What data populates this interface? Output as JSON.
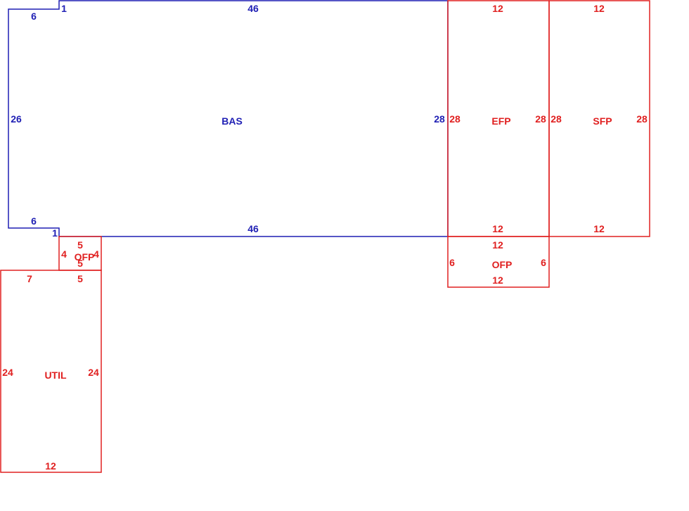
{
  "colors": {
    "main_area": "#1f1fb4",
    "additions": "#e02020",
    "background": "#ffffff"
  },
  "areas": {
    "bas": {
      "label": "BAS",
      "dims": {
        "top": "46",
        "bottom": "46",
        "left": "26",
        "right": "28",
        "notch_top_h": "6",
        "notch_top_v": "1",
        "notch_bottom_h": "6",
        "notch_bottom_v": "1"
      }
    },
    "efp": {
      "label": "EFP",
      "dims": {
        "top": "12",
        "bottom": "12",
        "left": "28",
        "right": "28"
      }
    },
    "sfp": {
      "label": "SFP",
      "dims": {
        "top": "12",
        "bottom": "12",
        "left": "28",
        "right": "28"
      }
    },
    "ofp_right": {
      "label": "OFP",
      "dims": {
        "top": "12",
        "bottom": "12",
        "left": "6",
        "right": "6"
      }
    },
    "ofp_small": {
      "label": "OFP",
      "dims": {
        "top": "5",
        "bottom": "5",
        "left": "4",
        "right": "4"
      }
    },
    "util": {
      "label": "UTIL",
      "dims": {
        "top_left": "7",
        "top_right": "5",
        "bottom": "12",
        "left": "24",
        "right": "24"
      }
    }
  }
}
